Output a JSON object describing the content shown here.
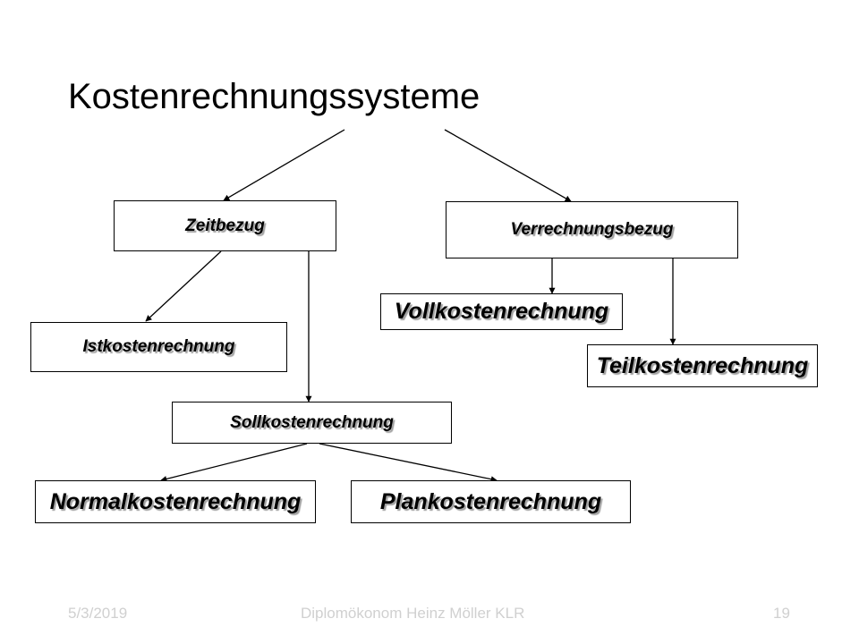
{
  "title": "Kostenrechnungssysteme",
  "nodes": {
    "zeitbezug": "Zeitbezug",
    "verrechnungsbezug": "Verrechnungsbezug",
    "istkosten": "Istkostenrechnung",
    "sollkosten": "Sollkostenrechnung",
    "vollkosten": "Vollkostenrechnung",
    "teilkosten": "Teilkostenrechnung",
    "normalkosten": "Normalkostenrechnung",
    "plankosten": "Plankostenrechnung"
  },
  "footer": {
    "date": "5/3/2019",
    "center": "Diplomökonom Heinz Möller   KLR",
    "page": "19"
  }
}
